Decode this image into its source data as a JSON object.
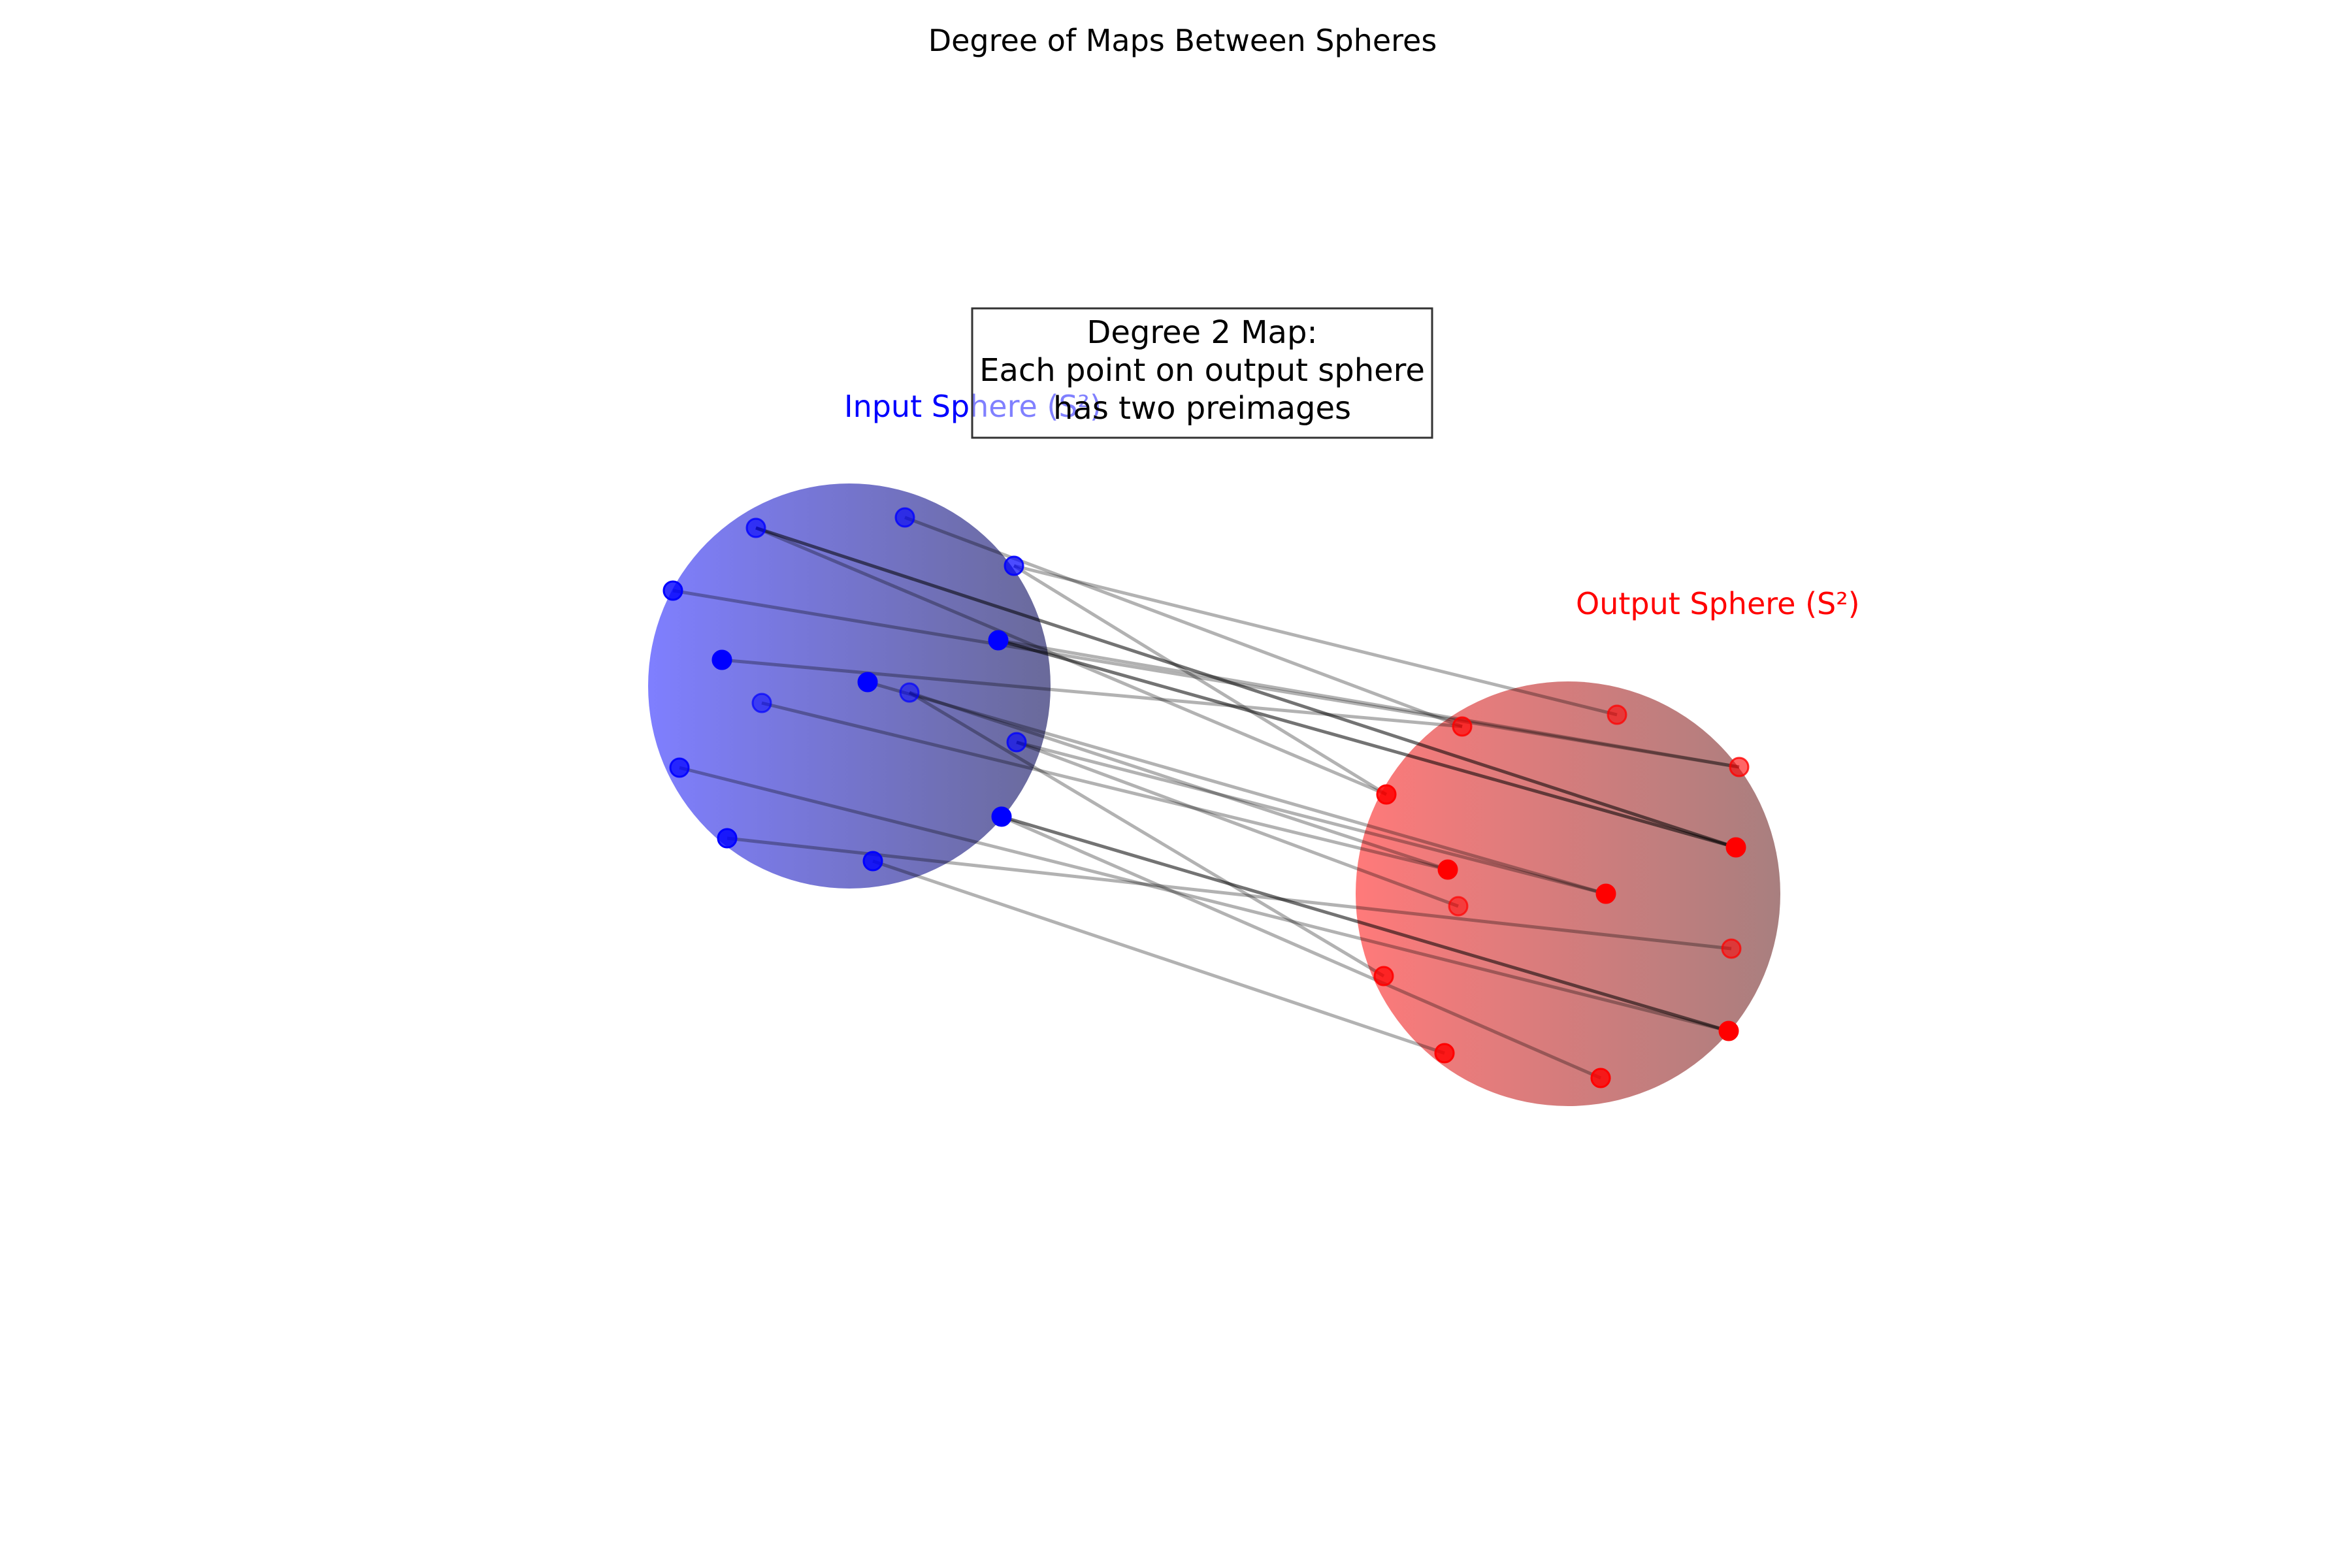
{
  "title": "Degree of Maps Between Spheres",
  "input_sphere": {
    "label": "Input Sphere (S²)",
    "color": "#0000ff"
  },
  "output_sphere": {
    "label": "Output Sphere (S²)",
    "color": "#ff0000"
  },
  "annotation": {
    "lines": [
      "Degree 2 Map:",
      "Each point on output sphere",
      "has two preimages"
    ]
  },
  "connector_color": "#000000"
}
